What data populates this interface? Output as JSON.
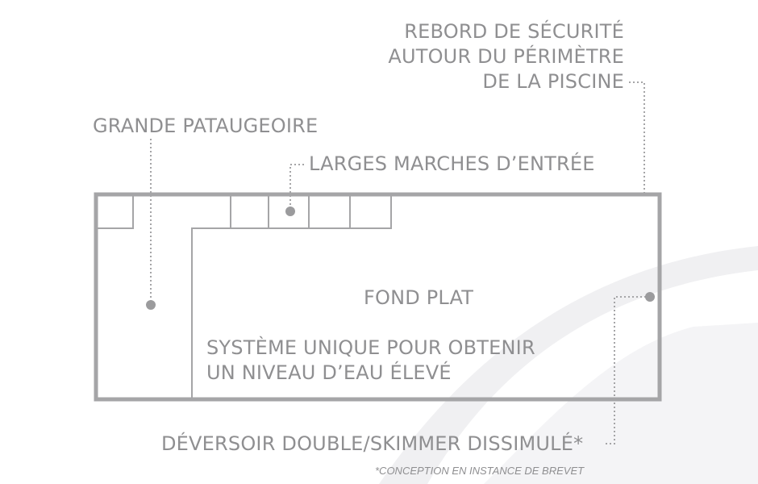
{
  "labels": {
    "safety_ledge": [
      "REBORD DE SÉCURITÉ",
      "AUTOUR DU PÉRIMÈTRE",
      "DE LA PISCINE"
    ],
    "wading_area": "GRANDE PATAUGEOIRE",
    "entry_steps": "LARGES MARCHES D’ENTRÉE",
    "flat_bottom": "FOND PLAT",
    "water_level_system": [
      "SYSTÈME UNIQUE POUR OBTENIR",
      "UN NIVEAU D’EAU ÉLEVÉ"
    ],
    "skimmer": "DÉVERSOIR DOUBLE/SKIMMER DISSIMULÉ*",
    "footnote": "*CONCEPTION EN INSTANCE DE BREVET"
  },
  "colors": {
    "line": "#a5a5a7",
    "text": "#8f8f91",
    "swoosh": "#f2f2f4"
  }
}
